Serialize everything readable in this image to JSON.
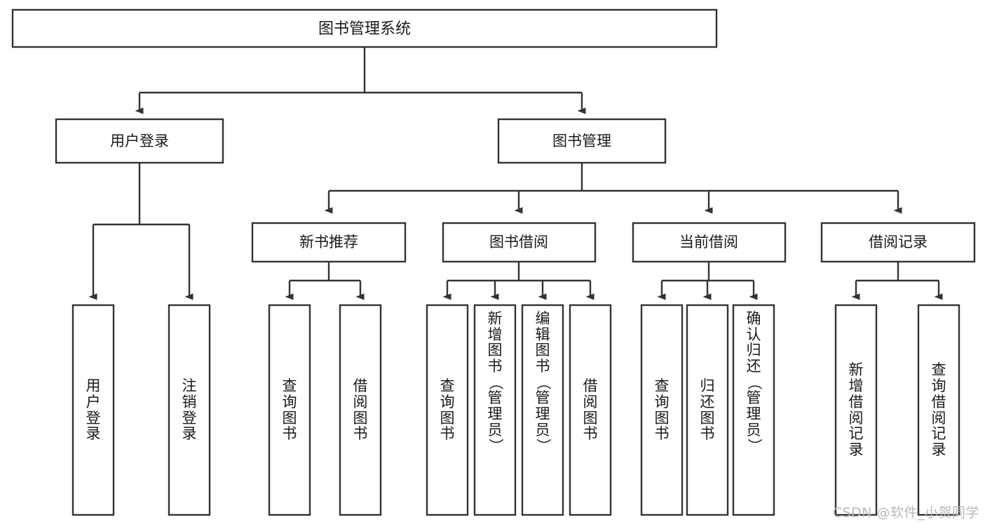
{
  "diagram": {
    "title": "图书管理系统",
    "type": "tree-hierarchy",
    "background_color": "#ffffff",
    "line_color": "#333333",
    "text_color": "#1a1a1a"
  },
  "root": {
    "label": "图书管理系统"
  },
  "level2": [
    {
      "label": "用户登录"
    },
    {
      "label": "图书管理"
    }
  ],
  "level3": [
    {
      "label": "新书推荐"
    },
    {
      "label": "图书借阅"
    },
    {
      "label": "当前借阅"
    },
    {
      "label": "借阅记录"
    }
  ],
  "leaves": {
    "user_login": [
      {
        "label": "用户登录",
        "chars": [
          "用",
          "户",
          "登",
          "录"
        ]
      },
      {
        "label": "注销登录",
        "chars": [
          "注",
          "销",
          "登",
          "录"
        ]
      }
    ],
    "new_book_recommend": [
      {
        "label": "查询图书",
        "chars": [
          "查",
          "询",
          "图",
          "书"
        ]
      },
      {
        "label": "借阅图书",
        "chars": [
          "借",
          "阅",
          "图",
          "书"
        ]
      }
    ],
    "book_borrow": [
      {
        "label": "查询图书",
        "chars": [
          "查",
          "询",
          "图",
          "书"
        ]
      },
      {
        "label": "新增图书（管理员）",
        "chars": [
          "新",
          "增",
          "图",
          "书",
          "（",
          "管",
          "理",
          "员",
          "）"
        ]
      },
      {
        "label": "编辑图书（管理员）",
        "chars": [
          "编",
          "辑",
          "图",
          "书",
          "（",
          "管",
          "理",
          "员",
          "）"
        ]
      },
      {
        "label": "借阅图书",
        "chars": [
          "借",
          "阅",
          "图",
          "书"
        ]
      }
    ],
    "current_borrow": [
      {
        "label": "查询图书",
        "chars": [
          "查",
          "询",
          "图",
          "书"
        ]
      },
      {
        "label": "归还图书",
        "chars": [
          "归",
          "还",
          "图",
          "书"
        ]
      },
      {
        "label": "确认归还（管理员）",
        "chars": [
          "确",
          "认",
          "归",
          "还",
          "（",
          "管",
          "理",
          "员",
          "）"
        ]
      }
    ],
    "borrow_records": [
      {
        "label": "新增借阅记录",
        "chars": [
          "新",
          "增",
          "借",
          "阅",
          "记",
          "录"
        ]
      },
      {
        "label": "查询借阅记录",
        "chars": [
          "查",
          "询",
          "借",
          "阅",
          "记",
          "录"
        ]
      }
    ]
  },
  "watermark": {
    "text": "CSDN @软件_小贺同学"
  }
}
